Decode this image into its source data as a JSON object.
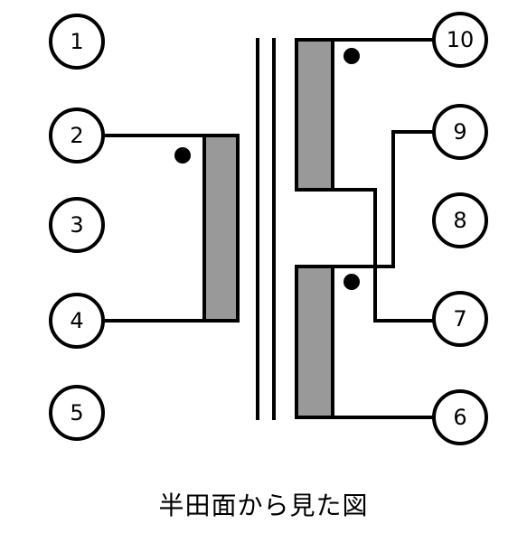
{
  "pins": {
    "p1": "1",
    "p2": "2",
    "p3": "3",
    "p4": "4",
    "p5": "5",
    "p6": "6",
    "p7": "7",
    "p8": "8",
    "p9": "9",
    "p10": "10"
  },
  "caption": "半田面から見た図",
  "colors": {
    "winding_fill": "#999999",
    "line": "#000000",
    "background": "#ffffff"
  }
}
